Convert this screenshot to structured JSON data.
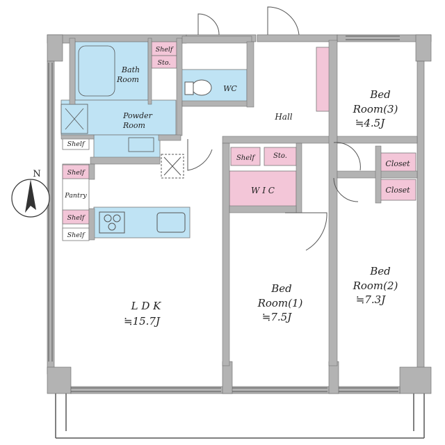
{
  "colors": {
    "wall": "#b3b3b3",
    "wet_area": "#bfe3f4",
    "storage": "#f3c6d8",
    "line": "#555555"
  },
  "compass": {
    "north_label": "N"
  },
  "rooms": {
    "bath": {
      "line1": "Bath",
      "line2": "Room"
    },
    "powder": {
      "line1": "Powder",
      "line2": "Room"
    },
    "wc": {
      "label": "WC"
    },
    "hall": {
      "label": "Hall"
    },
    "bed3": {
      "line1": "Bed",
      "line2": "Room(3)",
      "line3": "≒4.5J"
    },
    "bed1": {
      "line1": "Bed",
      "line2": "Room(1)",
      "line3": "≒7.5J"
    },
    "bed2": {
      "line1": "Bed",
      "line2": "Room(2)",
      "line3": "≒7.3J"
    },
    "ldk": {
      "line1": "L D K",
      "line2": "≒15.7J"
    }
  },
  "storage_labels": {
    "shelf_top": "Shelf",
    "sto_top": "Sto.",
    "shelf_powder": "Shelf",
    "shelf_pantry_top": "Shelf",
    "pantry": "Pantry",
    "shelf_pantry_bottom": "Shelf",
    "shelf_kitchen": "Shelf",
    "shelf_hall": "Shelf",
    "sto_hall": "Sto.",
    "wic": "W I C",
    "closet_upper": "Closet",
    "closet_lower": "Closet"
  }
}
